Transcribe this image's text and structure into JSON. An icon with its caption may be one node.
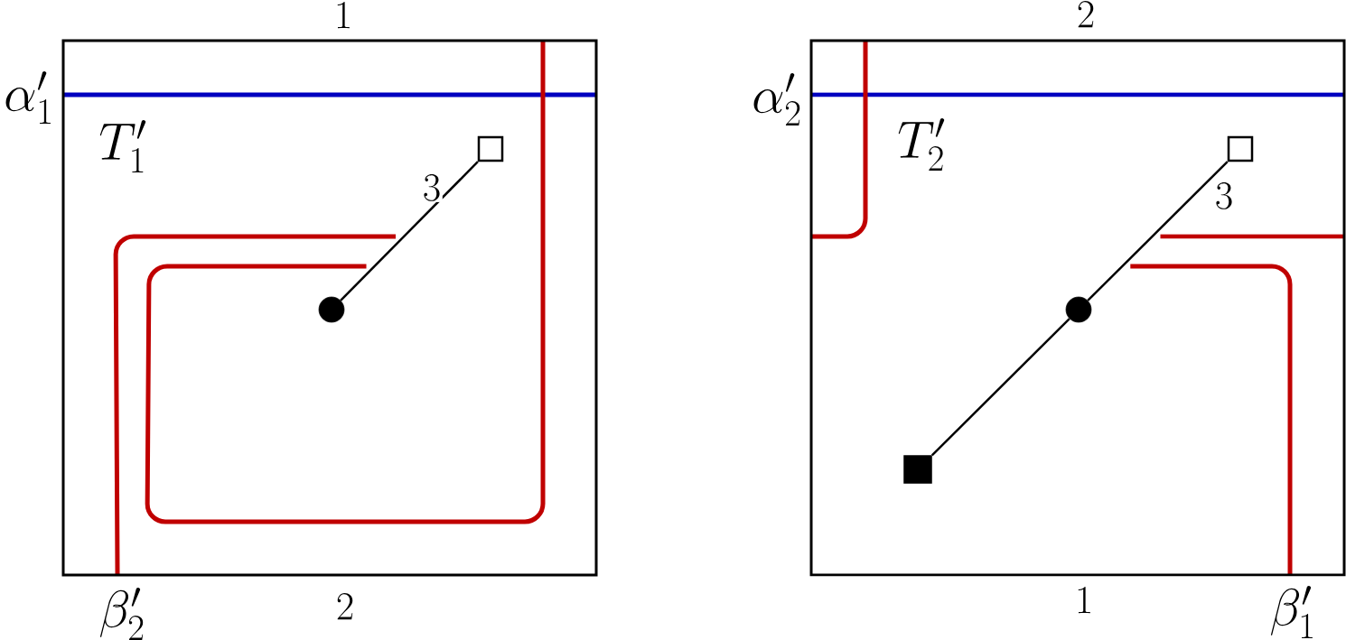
{
  "diagram": {
    "nodes": [
      {
        "text": [
          "T'_1"
        ]
      },
      {
        "text": [],
        "shape": "circle",
        "in": 0
      },
      {
        "text": [],
        "shape": "box",
        "in": 0
      },
      {
        "text": [
          "T'_2"
        ]
      },
      {
        "text": [],
        "shape": "box",
        "in": 3
      },
      {
        "text": [],
        "shape": "circle",
        "in": 3
      },
      {
        "text": [],
        "shape": "box",
        "in": 3
      }
    ],
    "edges": [
      {
        "from": 1,
        "to": 2,
        "arrow": "none",
        "label": "3"
      },
      {
        "from": 4,
        "to": 5,
        "arrow": "none"
      },
      {
        "from": 5,
        "to": 6,
        "arrow": "none",
        "label": "3"
      }
    ],
    "labels": [
      "1",
      "\\alpha'_1",
      "\\beta'_2",
      "2",
      "2",
      "\\alpha'_2",
      "1",
      "\\beta'_1"
    ]
  }
}
